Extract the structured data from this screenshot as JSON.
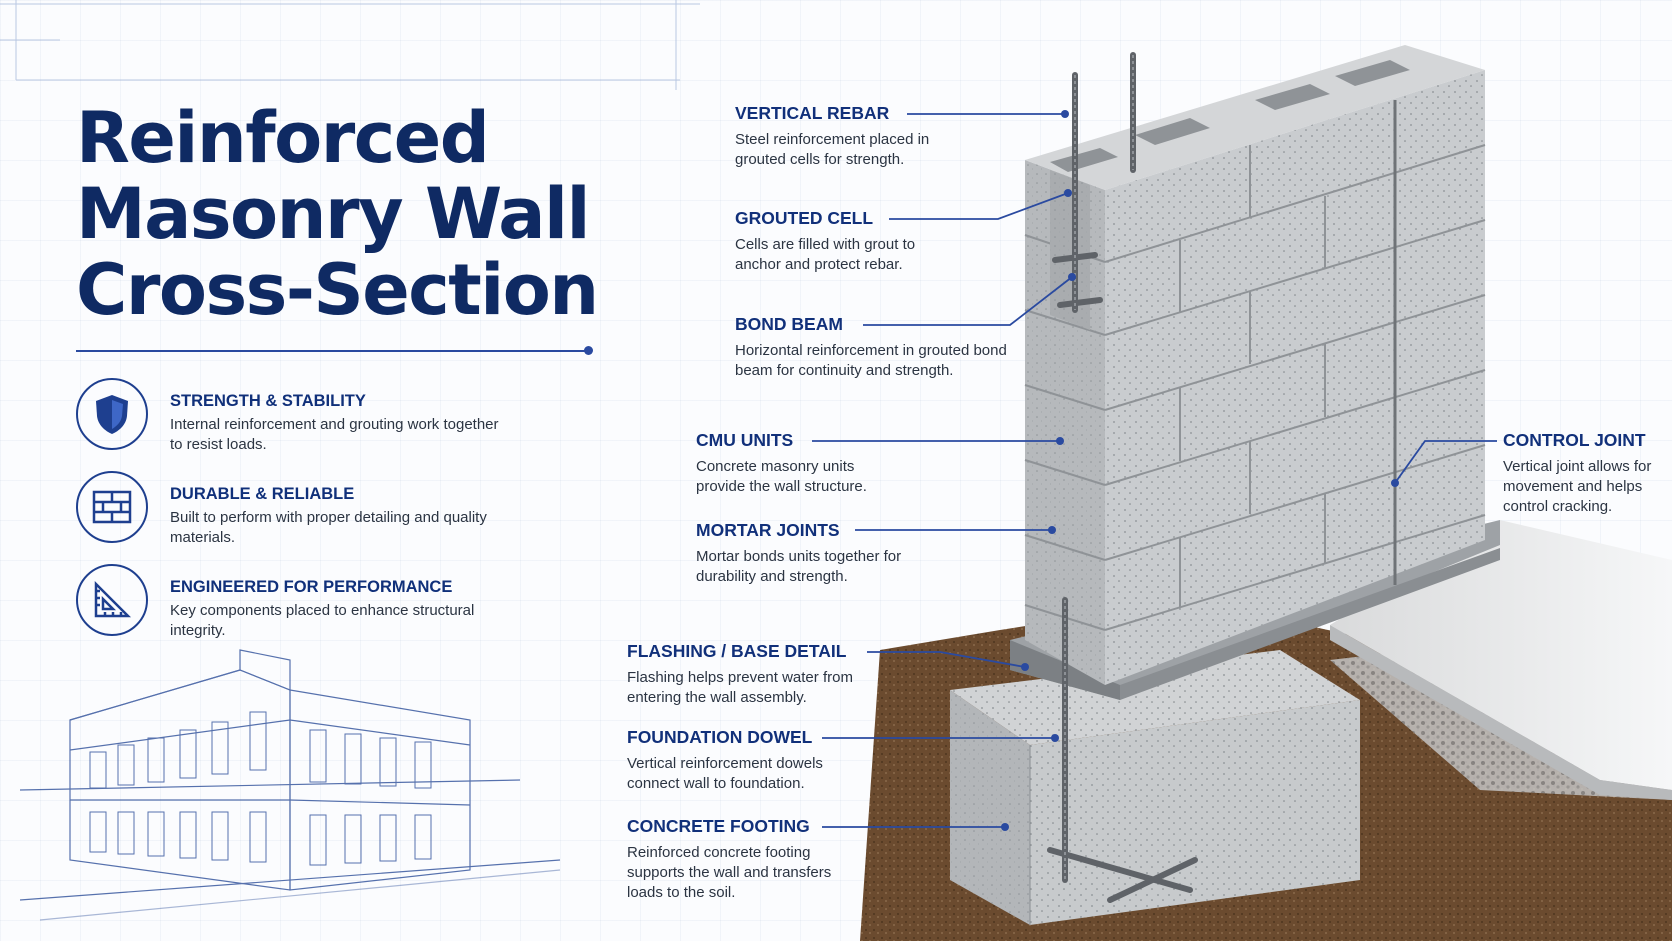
{
  "title_lines": [
    "Reinforced",
    "Masonry Wall",
    "Cross-Section"
  ],
  "features": [
    {
      "icon": "shield-icon",
      "title": "STRENGTH & STABILITY",
      "desc": "Internal reinforcement and grouting work together to resist loads."
    },
    {
      "icon": "brick-wall-icon",
      "title": "DURABLE & RELIABLE",
      "desc": "Built to perform with proper detailing and quality materials."
    },
    {
      "icon": "set-square-icon",
      "title": "ENGINEERED FOR PERFORMANCE",
      "desc": "Key components placed to enhance structural integrity."
    }
  ],
  "callouts": [
    {
      "title": "VERTICAL REBAR",
      "desc": "Steel reinforcement placed in grouted cells for strength."
    },
    {
      "title": "GROUTED CELL",
      "desc": "Cells are filled with grout to anchor and protect rebar."
    },
    {
      "title": "BOND BEAM",
      "desc": "Horizontal reinforcement in grouted bond beam for continuity and strength."
    },
    {
      "title": "CMU UNITS",
      "desc": "Concrete masonry units provide the wall structure."
    },
    {
      "title": "MORTAR JOINTS",
      "desc": "Mortar bonds units together for durability and strength."
    },
    {
      "title": "FLASHING / BASE DETAIL",
      "desc": "Flashing helps prevent water from entering the wall assembly."
    },
    {
      "title": "FOUNDATION DOWEL",
      "desc": "Vertical reinforcement dowels connect wall to foundation."
    },
    {
      "title": "CONCRETE FOOTING",
      "desc": "Reinforced concrete footing supports the wall and transfers loads to the soil."
    },
    {
      "title": "CONTROL JOINT",
      "desc": "Vertical joint allows for movement and helps control cracking."
    }
  ],
  "colors": {
    "navy": "#0f2a63",
    "accent": "#2a4aa0",
    "concrete": "#bfc3c6",
    "soil": "#6a4a2e"
  }
}
